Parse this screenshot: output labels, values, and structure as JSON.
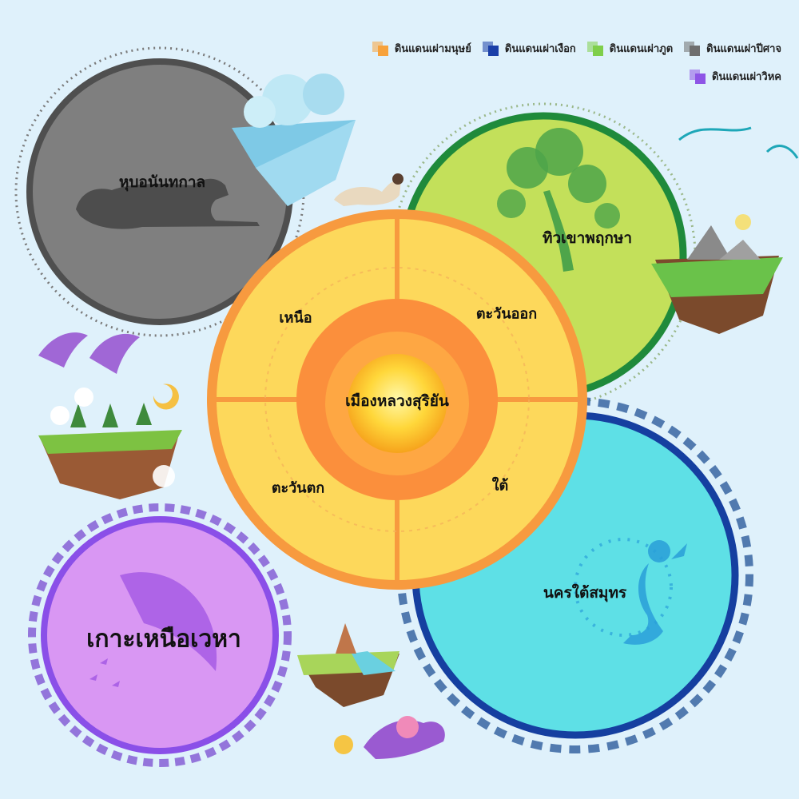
{
  "legend": [
    {
      "label": "ดินแดนเผ่ามนุษย์",
      "color": "#f7a23b"
    },
    {
      "label": "ดินแดนเผ่าเงือก",
      "color": "#1a3fa8"
    },
    {
      "label": "ดินแดนเผ่าภูต",
      "color": "#7fcf4a"
    },
    {
      "label": "ดินแดนเผ่าปีศาจ",
      "color": "#6f6f6f"
    },
    {
      "label": "ดินแดนเผ่าวิหค",
      "color": "#8e55e6"
    }
  ],
  "center": {
    "city": "เมืองหลวงสุริยัน",
    "north": "เหนือ",
    "east": "ตะวันออก",
    "west": "ตะวันตก",
    "south": "ใต้"
  },
  "realms": {
    "demon": "หุบอนันทกาล",
    "spirit": "ทิวเขาพฤกษา",
    "mermaid": "นครใต้สมุทร",
    "bird": "เกาะเหนือเวหา"
  }
}
